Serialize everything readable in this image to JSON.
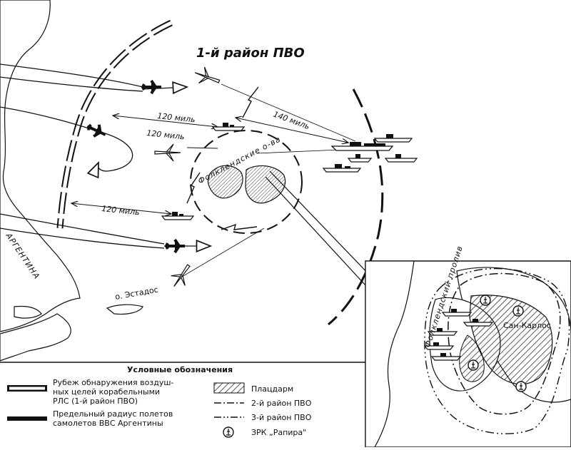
{
  "map": {
    "title": "1-й район ПВО",
    "distances": [
      "120 миль",
      "140 миль",
      "120 миль",
      "120 миль"
    ],
    "places": {
      "argentina": "АРГЕНТИНА",
      "falklands": "Фолклендские о-ва",
      "estados": "о. Эстадос",
      "san_carlos": "Сан-Карлос",
      "strait": "Фолклендский пролив"
    }
  },
  "legend": {
    "title": "Условные обозначения",
    "items": [
      {
        "key": "radar",
        "lines": [
          "Рубеж обнаружения воздуш-",
          "ных целей корабельными",
          "РЛС (1-й район ПВО)"
        ]
      },
      {
        "key": "radius",
        "lines": [
          "Предельный радиус полетов",
          "самолетов ВВС Аргентины"
        ]
      },
      {
        "key": "bridgehead",
        "lines": [
          "Плацдарм"
        ]
      },
      {
        "key": "zone2",
        "lines": [
          "2-й район ПВО"
        ]
      },
      {
        "key": "zone3",
        "lines": [
          "3-й район ПВО"
        ]
      },
      {
        "key": "rapier",
        "lines": [
          "ЗРК „Рапира\""
        ]
      }
    ]
  }
}
